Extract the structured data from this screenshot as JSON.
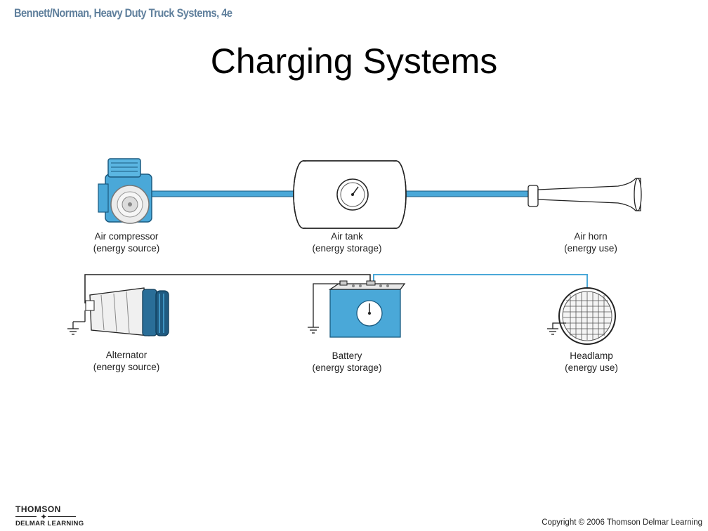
{
  "header": {
    "book_title": "Bennett/Norman, Heavy Duty Truck Systems, 4e"
  },
  "slide": {
    "title": "Charging Systems"
  },
  "diagram": {
    "air_system": {
      "compressor": {
        "name": "Air compressor",
        "role": "(energy source)"
      },
      "tank": {
        "name": "Air tank",
        "role": "(energy storage)"
      },
      "horn": {
        "name": "Air horn",
        "role": "(energy use)"
      }
    },
    "electrical_system": {
      "alternator": {
        "name": "Alternator",
        "role": "(energy source)"
      },
      "battery": {
        "name": "Battery",
        "role": "(energy storage)"
      },
      "headlamp": {
        "name": "Headlamp",
        "role": "(energy use)"
      }
    },
    "colors": {
      "accent_blue": "#4aa8d8",
      "dark": "#222222",
      "header_blue": "#5f7f9c"
    }
  },
  "footer": {
    "publisher_line1": "THOMSON",
    "publisher_line2": "DELMAR LEARNING",
    "copyright": "Copyright © 2006 Thomson Delmar Learning"
  }
}
